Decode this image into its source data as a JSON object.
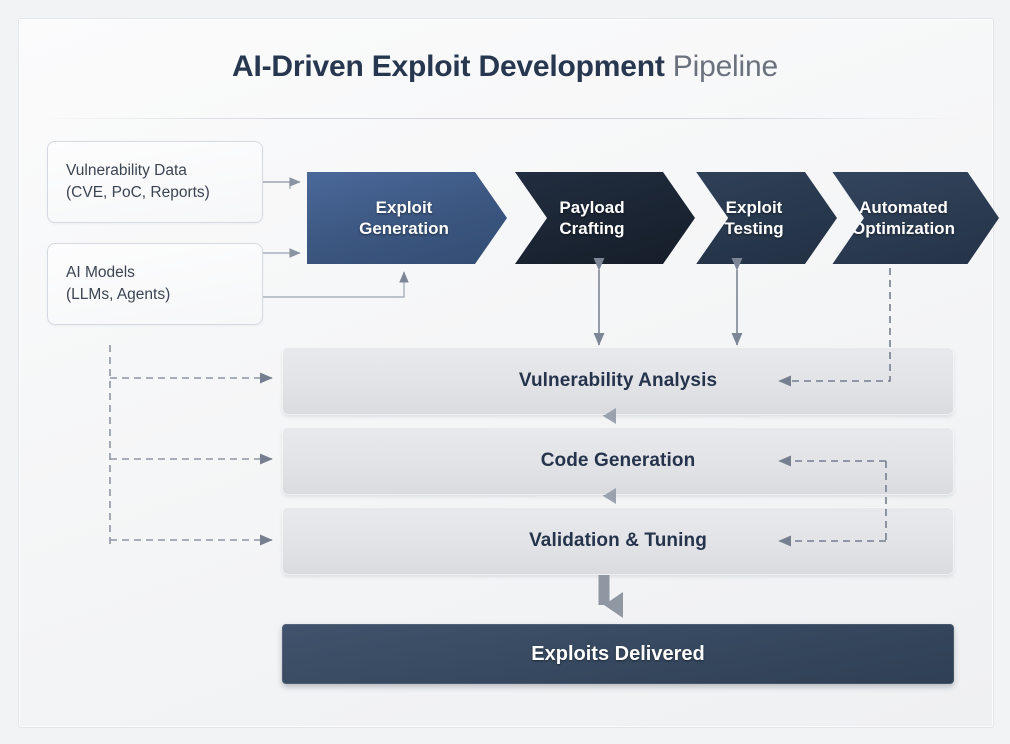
{
  "title": {
    "strong": "AI-Driven Exploit Development",
    "light": " Pipeline"
  },
  "inputs": [
    {
      "name": "vulnerability-data",
      "line1": "Vulnerability Data",
      "line2": "(CVE, PoC, Reports)"
    },
    {
      "name": "ai-models",
      "line1": "AI  Models",
      "line2": "(LLMs, Agents)"
    }
  ],
  "stages": [
    {
      "name": "exploit-generation",
      "line1": "Exploit",
      "line2": "Generation",
      "color": "#3b567f"
    },
    {
      "name": "payload-crafting",
      "line1": "Payload",
      "line2": "Crafting",
      "color": "#1a2432"
    },
    {
      "name": "exploit-testing",
      "line1": "Exploit",
      "line2": "Testing",
      "color": "#27374c"
    },
    {
      "name": "automated-optimization",
      "line1": "Automated",
      "line2": "Optimization",
      "color": "#2a3a50"
    }
  ],
  "processes": [
    {
      "name": "vulnerability-analysis",
      "label": "Vulnerability Analysis"
    },
    {
      "name": "code-generation",
      "label": "Code Generation"
    },
    {
      "name": "validation-tuning",
      "label": "Validation & Tuning"
    }
  ],
  "output": {
    "label": "Exploits Delivered"
  },
  "colors": {
    "page_background": "#f2f3f4",
    "panel_background": "#f6f7f8",
    "accent_blue": "#3b567f",
    "dark_navy": "#1a2432",
    "output_bar": "#36485f",
    "process_bar": "#e2e3e7",
    "process_text": "#25344c",
    "connector": "#8a93a2",
    "dashed_connector": "#9aa3b2"
  }
}
